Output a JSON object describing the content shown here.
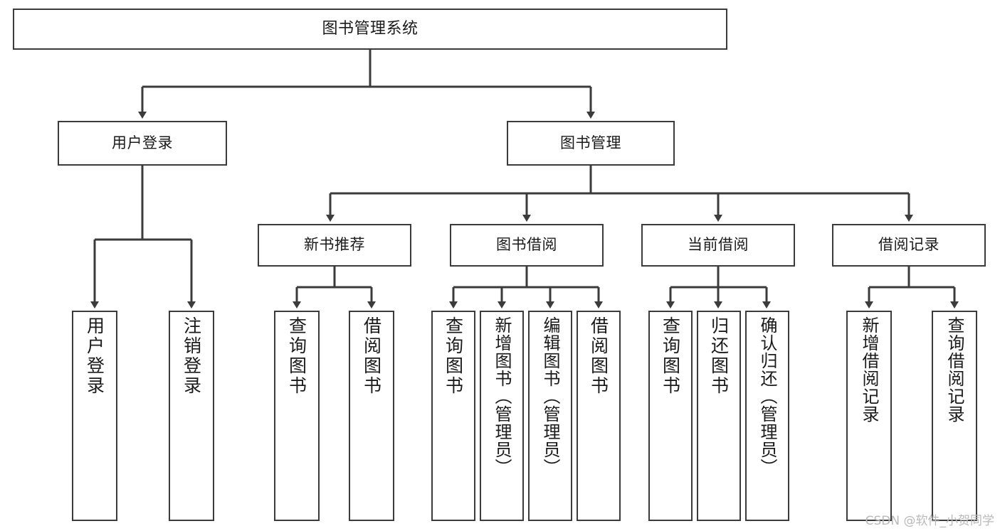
{
  "diagram": {
    "type": "tree",
    "title": "图书管理系统",
    "root": {
      "id": "root",
      "label": "图书管理系统"
    },
    "level2": [
      {
        "id": "user-login",
        "label": "用户登录"
      },
      {
        "id": "book-manage",
        "label": "图书管理"
      }
    ],
    "level3": [
      {
        "id": "new-book-recommend",
        "label": "新书推荐",
        "parent": "book-manage"
      },
      {
        "id": "book-borrow",
        "label": "图书借阅",
        "parent": "book-manage"
      },
      {
        "id": "current-borrow",
        "label": "当前借阅",
        "parent": "book-manage"
      },
      {
        "id": "borrow-record",
        "label": "借阅记录",
        "parent": "book-manage"
      }
    ],
    "leaves": {
      "user_login": [
        {
          "id": "leaf-user-login",
          "label": "用户登录"
        },
        {
          "id": "leaf-logout",
          "label": "注销登录"
        }
      ],
      "new_book_recommend": [
        {
          "id": "leaf-query-book-1",
          "label": "查询图书"
        },
        {
          "id": "leaf-borrow-book-1",
          "label": "借阅图书"
        }
      ],
      "book_borrow": [
        {
          "id": "leaf-query-book-2",
          "label": "查询图书"
        },
        {
          "id": "leaf-add-book",
          "label": "新增图书（管理员）"
        },
        {
          "id": "leaf-edit-book",
          "label": "编辑图书（管理员）"
        },
        {
          "id": "leaf-borrow-book-2",
          "label": "借阅图书"
        }
      ],
      "current_borrow": [
        {
          "id": "leaf-query-book-3",
          "label": "查询图书"
        },
        {
          "id": "leaf-return-book",
          "label": "归还图书"
        },
        {
          "id": "leaf-confirm-return",
          "label": "确认归还（管理员）"
        }
      ],
      "borrow_record": [
        {
          "id": "leaf-add-record",
          "label": "新增借阅记录"
        },
        {
          "id": "leaf-query-record",
          "label": "查询借阅记录"
        }
      ]
    },
    "colors": {
      "stroke": "#3b3b3b",
      "fill": "#ffffff",
      "text": "#1a1a1a",
      "watermark": "#b9b9b9"
    }
  },
  "watermark": {
    "text": "CSDN @软件_小贺同学"
  }
}
